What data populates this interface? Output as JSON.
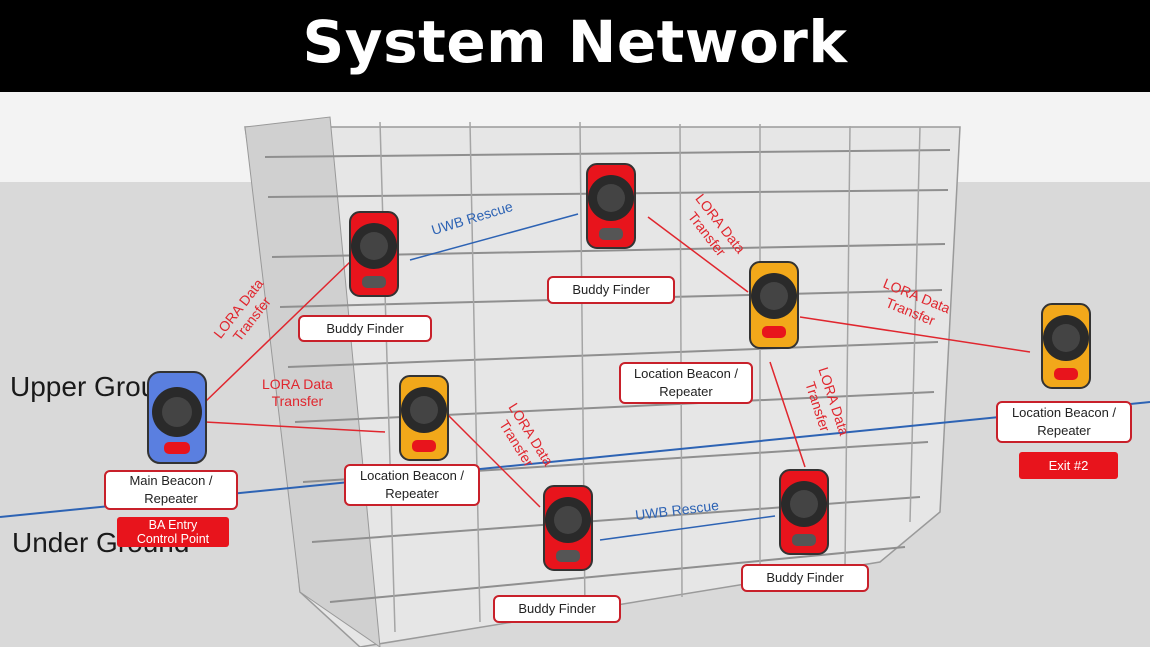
{
  "title": "System Network",
  "regions": {
    "upper": "Upper\nGround",
    "under": "Under\nGround"
  },
  "devices": [
    {
      "id": "main-beacon",
      "color": "blue",
      "label": "Main Beacon /\nRepeater",
      "tag": "BA Entry\nControl Point"
    },
    {
      "id": "buddy-finder-upper-left",
      "color": "red",
      "label": "Buddy Finder"
    },
    {
      "id": "buddy-finder-top",
      "color": "red",
      "label": "Buddy Finder"
    },
    {
      "id": "location-beacon-center",
      "color": "yellow",
      "label": "Location Beacon /\nRepeater"
    },
    {
      "id": "location-beacon-mid-right",
      "color": "yellow",
      "label": "Location Beacon /\nRepeater"
    },
    {
      "id": "location-beacon-exit",
      "color": "yellow",
      "label": "Location Beacon /\nRepeater",
      "tag": "Exit #2"
    },
    {
      "id": "buddy-finder-lower-center",
      "color": "red",
      "label": "Buddy Finder"
    },
    {
      "id": "buddy-finder-lower-right",
      "color": "red",
      "label": "Buddy Finder"
    }
  ],
  "links": {
    "lora": "LORA Data\nTransfer",
    "uwb": "UWB Rescue"
  },
  "colors": {
    "lora_line": "#e0262e",
    "uwb_line": "#2d63b4",
    "header_bg": "#000000",
    "box_border": "#c8202a",
    "tag_bg": "#e8141c"
  }
}
